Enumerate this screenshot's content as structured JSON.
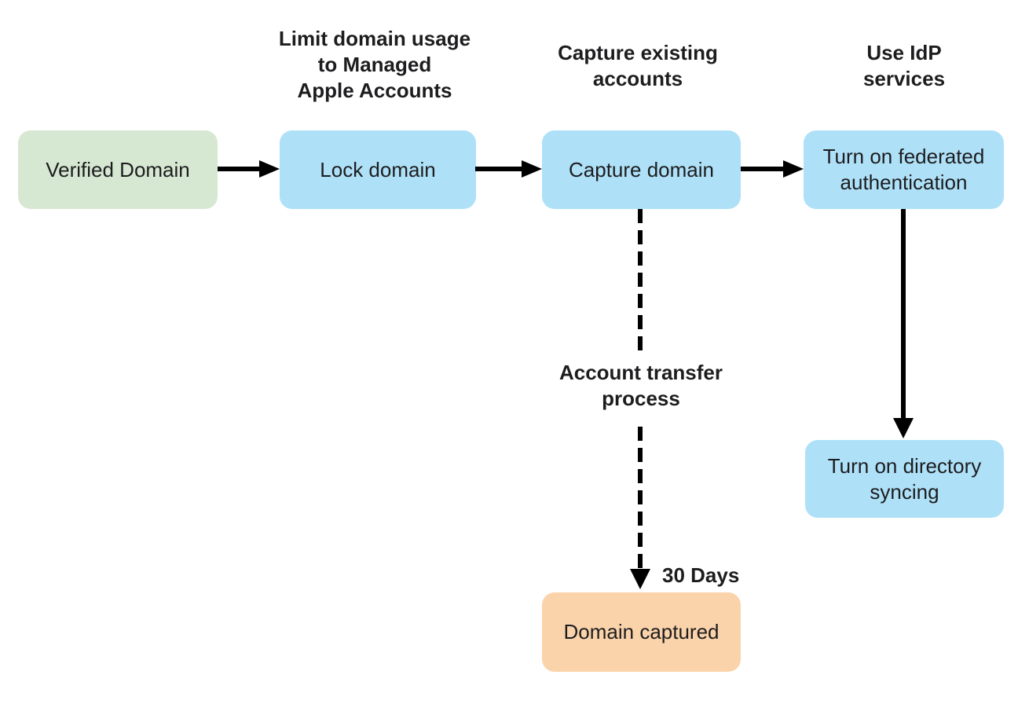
{
  "flowchart": {
    "colors": {
      "background": "#ffffff",
      "text": "#1d1d1f",
      "arrow": "#000000",
      "node_green": "#d7e8d2",
      "node_blue": "#aee1f8",
      "node_orange": "#fbd3aa"
    },
    "nodes": {
      "verified_domain": {
        "label": "Verified Domain",
        "color": "green"
      },
      "lock_domain": {
        "label": "Lock domain",
        "color": "blue"
      },
      "capture_domain": {
        "label": "Capture domain",
        "color": "blue"
      },
      "federated_auth": {
        "label": "Turn on federated\nauthentication",
        "color": "blue"
      },
      "directory_syncing": {
        "label": "Turn on directory\nsyncing",
        "color": "blue"
      },
      "domain_captured": {
        "label": "Domain captured",
        "color": "orange"
      }
    },
    "captions": {
      "limit_domain_usage": "Limit domain usage\nto Managed\nApple Accounts",
      "capture_existing": "Capture existing\naccounts",
      "use_idp": "Use IdP\nservices",
      "account_transfer": "Account transfer\nprocess",
      "thirty_days": "30 Days"
    },
    "arrows": [
      {
        "from": "verified_domain",
        "to": "lock_domain",
        "style": "solid"
      },
      {
        "from": "lock_domain",
        "to": "capture_domain",
        "style": "solid"
      },
      {
        "from": "capture_domain",
        "to": "federated_auth",
        "style": "solid"
      },
      {
        "from": "federated_auth",
        "to": "directory_syncing",
        "style": "solid"
      },
      {
        "from": "capture_domain",
        "to": "domain_captured",
        "style": "dashed"
      }
    ]
  }
}
